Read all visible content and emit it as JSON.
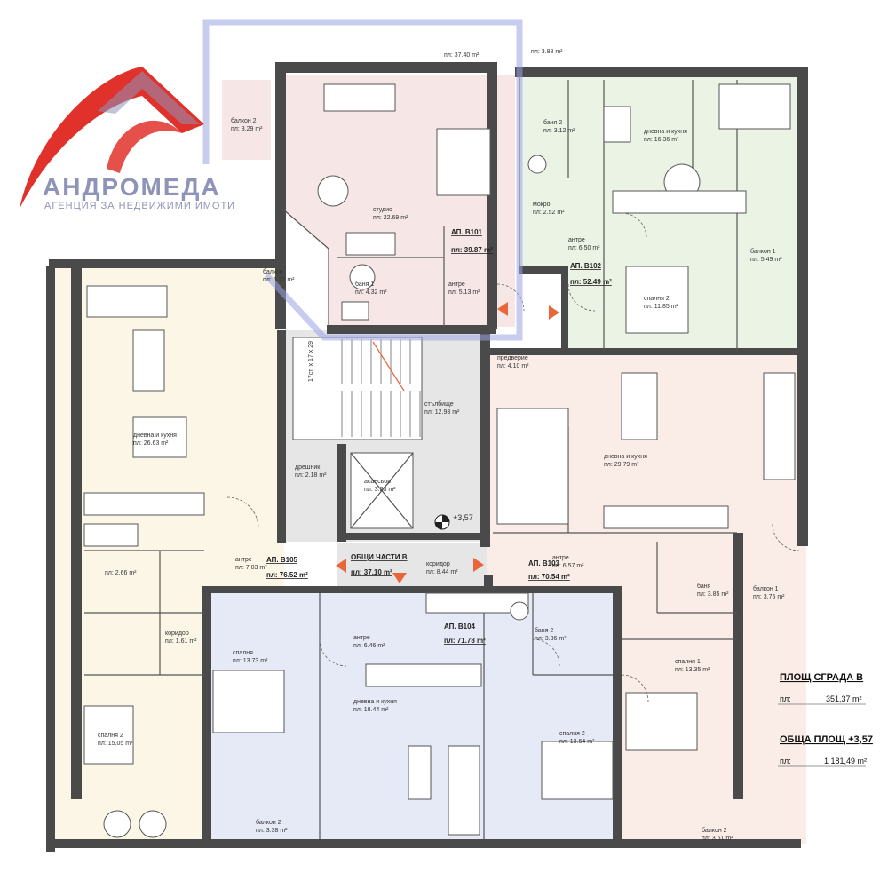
{
  "colors": {
    "b101": "#f6e6e6",
    "b102": "#eaf3e4",
    "b103": "#faece6",
    "b104": "#e6e9f6",
    "b105": "#fbf6e6",
    "common": "#e6e6e6",
    "wall": "#4a4a4a",
    "arrow": "#e8663a",
    "highlight": "#9aa2e0",
    "logo_red": "#e0312a",
    "logo_gray": "#8e94b8"
  },
  "logo": {
    "title": "АНДРОМЕДА",
    "subtitle": "АГЕНЦИЯ ЗА НЕДВИЖИМИ ИМОТИ"
  },
  "top": {
    "area1": "пл: 37.40 m²",
    "area2": "пл: 3.88 m²"
  },
  "apartments": {
    "b101": {
      "label": "АП. В101",
      "area": "пл: 39.87 m²"
    },
    "b102": {
      "label": "АП. В102",
      "area": "пл: 52.49 m²"
    },
    "b103": {
      "label": "АП. В103",
      "area": "пл: 70.54 m²"
    },
    "b104": {
      "label": "АП. В104",
      "area": "пл: 71.78 m²"
    },
    "b105": {
      "label": "АП. В105",
      "area": "пл: 76.52 m²"
    }
  },
  "common": {
    "label": "ОБЩИ ЧАСТИ В",
    "area": "пл: 37.10 m²"
  },
  "stairs": {
    "label": "17ст. x 17 x 29"
  },
  "level": "+3,57",
  "rooms": [
    {
      "name": "балкон 2",
      "area": "пл: 3.29 m²"
    },
    {
      "name": "студио",
      "area": "пл: 22.69 m²"
    },
    {
      "name": "баня 1",
      "area": "пл: 4.32 m²"
    },
    {
      "name": "антре",
      "area": "пл: 5.13 m²"
    },
    {
      "name": "балкон",
      "area": "пл: 5.22 m²"
    },
    {
      "name": "баня 2",
      "area": "пл: 3.12 m²"
    },
    {
      "name": "дневна и кухня",
      "area": "пл: 16.36 m²"
    },
    {
      "name": "мокро",
      "area": "пл: 2.52 m²"
    },
    {
      "name": "антре",
      "area": "пл: 6.50 m²"
    },
    {
      "name": "балкон 1",
      "area": "пл: 5.49 m²"
    },
    {
      "name": "спалня 2",
      "area": "пл: 11.85 m²"
    },
    {
      "name": "предверие",
      "area": "пл: 4.10 m²"
    },
    {
      "name": "стълбище",
      "area": "пл: 12.93 m²"
    },
    {
      "name": "дневна и кухня",
      "area": "пл: 26.63 m²"
    },
    {
      "name": "дневна и кухня",
      "area": "пл: 29.79 m²"
    },
    {
      "name": "дрешник",
      "area": "пл: 2.18 m²"
    },
    {
      "name": "асансьор",
      "area": "пл: 3.23 m²"
    },
    {
      "name": "антре",
      "area": "пл: 7.03 m²"
    },
    {
      "name": "коридор",
      "area": "пл: 8.44 m²"
    },
    {
      "name": "антре",
      "area": "пл: 6.57 m²"
    },
    {
      "name": "баня",
      "area": "пл: 3.85 m²"
    },
    {
      "name": "балкон 1",
      "area": "пл: 3.75 m²"
    },
    {
      "name": "",
      "area": "пл: 2.66 m²"
    },
    {
      "name": "коридор",
      "area": "пл: 1.61 m²"
    },
    {
      "name": "спалня",
      "area": "пл: 13.73 m²"
    },
    {
      "name": "антре",
      "area": "пл: 6.46 m²"
    },
    {
      "name": "баня 2",
      "area": "пл: 3.36 m²"
    },
    {
      "name": "дневна и кухня",
      "area": "пл: 18.44 m²"
    },
    {
      "name": "спалня 1",
      "area": "пл: 13.35 m²"
    },
    {
      "name": "спалня 2",
      "area": "пл: 15.05 m²"
    },
    {
      "name": "спалня 2",
      "area": "пл: 13.64 m²"
    },
    {
      "name": "балкон 2",
      "area": "пл: 3.38 m²"
    },
    {
      "name": "балкон 2",
      "area": "пл: 3.61 m²"
    }
  ],
  "legend": {
    "building_title": "ПЛОЩ СГРАДА В",
    "building_prefix": "пл:",
    "building_value": "351,37 m²",
    "total_title": "ОБЩА ПЛОЩ +3,57",
    "total_prefix": "пл:",
    "total_value": "1 181,49 m²"
  }
}
